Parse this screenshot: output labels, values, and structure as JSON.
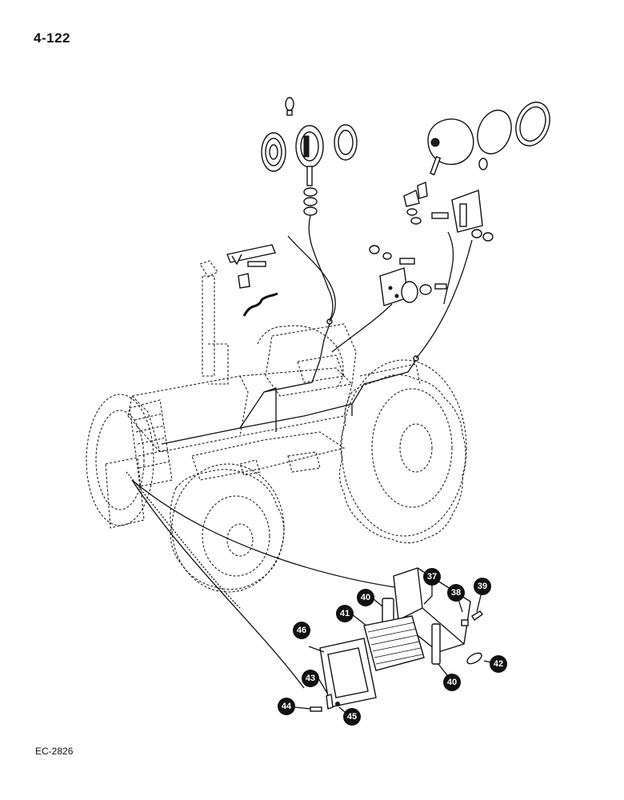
{
  "page": {
    "number": "4-122",
    "code": "EC-2826"
  },
  "callouts": [
    {
      "id": "37",
      "label": "37"
    },
    {
      "id": "38",
      "label": "38"
    },
    {
      "id": "39",
      "label": "39"
    },
    {
      "id": "40a",
      "label": "40"
    },
    {
      "id": "40b",
      "label": "40"
    },
    {
      "id": "41",
      "label": "41"
    },
    {
      "id": "42",
      "label": "42"
    },
    {
      "id": "43",
      "label": "43"
    },
    {
      "id": "44",
      "label": "44"
    },
    {
      "id": "45",
      "label": "45"
    },
    {
      "id": "46",
      "label": "46"
    }
  ]
}
